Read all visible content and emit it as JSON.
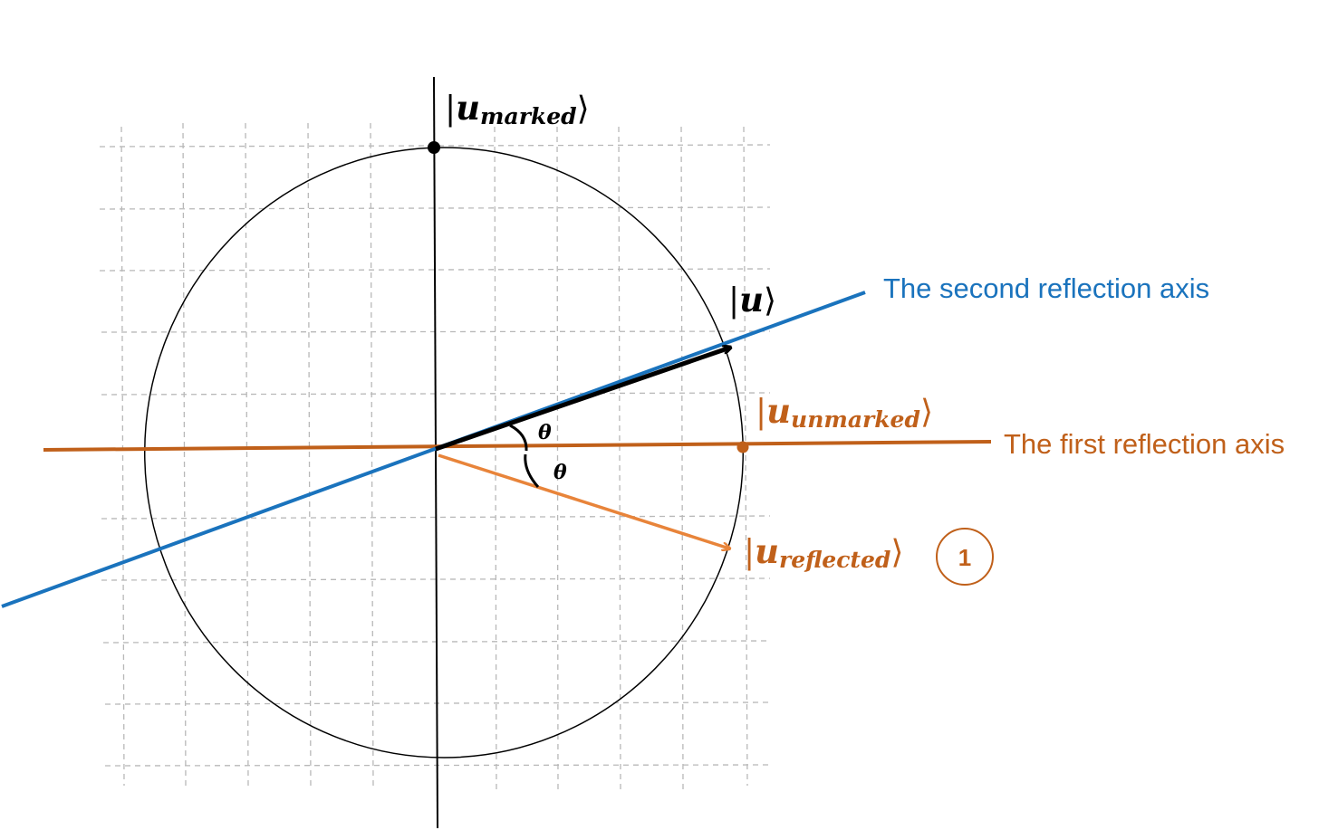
{
  "labels": {
    "second_axis": "The second reflection axis",
    "first_axis": "The first reflection axis",
    "theta_upper": "θ",
    "theta_lower": "θ",
    "step_number": "1"
  },
  "kets": {
    "marked": {
      "open": "|",
      "base": "u",
      "sub": "marked",
      "close": "⟩"
    },
    "u": {
      "open": "|",
      "base": "u",
      "close": "⟩"
    },
    "unmarked": {
      "open": "|",
      "base": "u",
      "sub": "unmarked",
      "close": "⟩"
    },
    "reflected": {
      "open": "|",
      "base": "u",
      "sub": "reflected",
      "close": "⟩"
    }
  },
  "colors": {
    "second_axis": "#1a73bd",
    "first_axis": "#c0601a",
    "reflected_vector": "#e8843a",
    "state_vector": "#000000",
    "grid": "#b8b8b8",
    "circle": "#000000"
  }
}
